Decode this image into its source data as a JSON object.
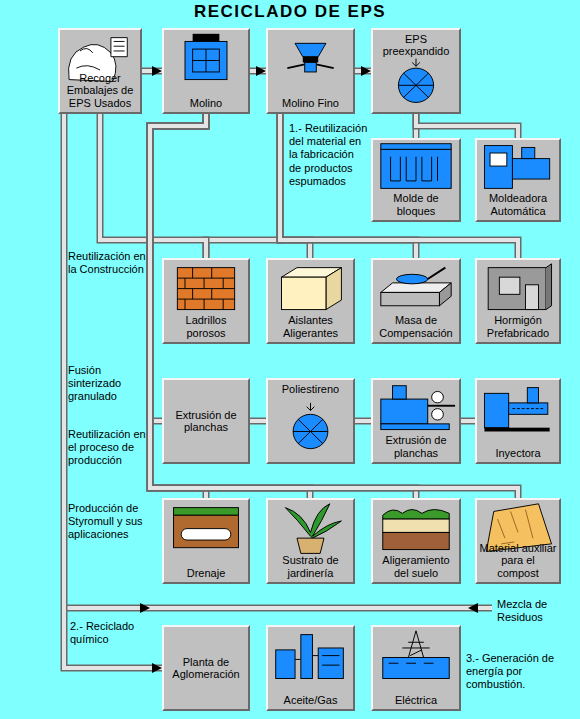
{
  "diagram": {
    "title": "RECICLADO DE EPS",
    "nodes": [
      {
        "text": [
          "Recoger Embalajes de EPS Usados"
        ]
      },
      {
        "text": [
          "Molino"
        ]
      },
      {
        "text": [
          "Molino Fino"
        ]
      },
      {
        "text": [
          "EPS preexpandido"
        ]
      },
      {
        "text": [
          "Molde de bloques"
        ]
      },
      {
        "text": [
          "Moldeadora Automática"
        ]
      },
      {
        "text": [
          "Ladrillos porosos"
        ]
      },
      {
        "text": [
          "Aislantes Aligerantes"
        ]
      },
      {
        "text": [
          "Masa de Compensación"
        ]
      },
      {
        "text": [
          "Hormigón Prefabricado"
        ]
      },
      {
        "text": [
          "Extrusión de planchas"
        ]
      },
      {
        "text": [
          "Poliestireno"
        ]
      },
      {
        "text": [
          "Extrusión de planchas"
        ]
      },
      {
        "text": [
          "Inyectora"
        ]
      },
      {
        "text": [
          "Drenaje"
        ]
      },
      {
        "text": [
          "Sustrato de jardinería"
        ]
      },
      {
        "text": [
          "Aligeramiento del suelo"
        ]
      },
      {
        "text": [
          "Material auxiliar para el compost"
        ]
      },
      {
        "text": [
          "Planta de Aglomeración"
        ]
      },
      {
        "text": [
          "Aceite/Gas"
        ]
      },
      {
        "text": [
          "Eléctrica"
        ]
      }
    ],
    "edges": [
      {
        "from": 0,
        "to": 1,
        "arrow": "to"
      },
      {
        "from": 1,
        "to": 2,
        "arrow": "to"
      },
      {
        "from": 2,
        "to": 3,
        "arrow": "to"
      },
      {
        "from": 3,
        "to": 4,
        "arrow": "none"
      },
      {
        "from": 3,
        "to": 5,
        "arrow": "none"
      },
      {
        "from": 2,
        "to": 6,
        "arrow": "none"
      },
      {
        "from": 2,
        "to": 7,
        "arrow": "none"
      },
      {
        "from": 2,
        "to": 8,
        "arrow": "none"
      },
      {
        "from": 2,
        "to": 9,
        "arrow": "none"
      },
      {
        "from": 0,
        "to": 6,
        "arrow": "none"
      },
      {
        "from": 1,
        "to": 10,
        "arrow": "none"
      },
      {
        "from": 10,
        "to": 11,
        "arrow": "none"
      },
      {
        "from": 11,
        "to": 12,
        "arrow": "none"
      },
      {
        "from": 12,
        "to": 13,
        "arrow": "none"
      },
      {
        "from": 1,
        "to": 14,
        "arrow": "none"
      },
      {
        "from": 1,
        "to": 15,
        "arrow": "none"
      },
      {
        "from": 1,
        "to": 16,
        "arrow": "none"
      },
      {
        "from": 1,
        "to": 17,
        "arrow": "none"
      },
      {
        "from": 0,
        "to": 18,
        "arrow": "to"
      }
    ],
    "labels": [
      "1.- Reutilización del material en la fabricación de productos espumados",
      "Reutilización en la Construcción",
      "Fusión sinterizado granulado",
      "Reutilización en el proceso de producción",
      "Producción de Styromull y sus aplicaciones",
      "Mezcla de Residuos",
      "2.- Reciclado químico",
      "3.- Generación de energía por combustión."
    ]
  }
}
